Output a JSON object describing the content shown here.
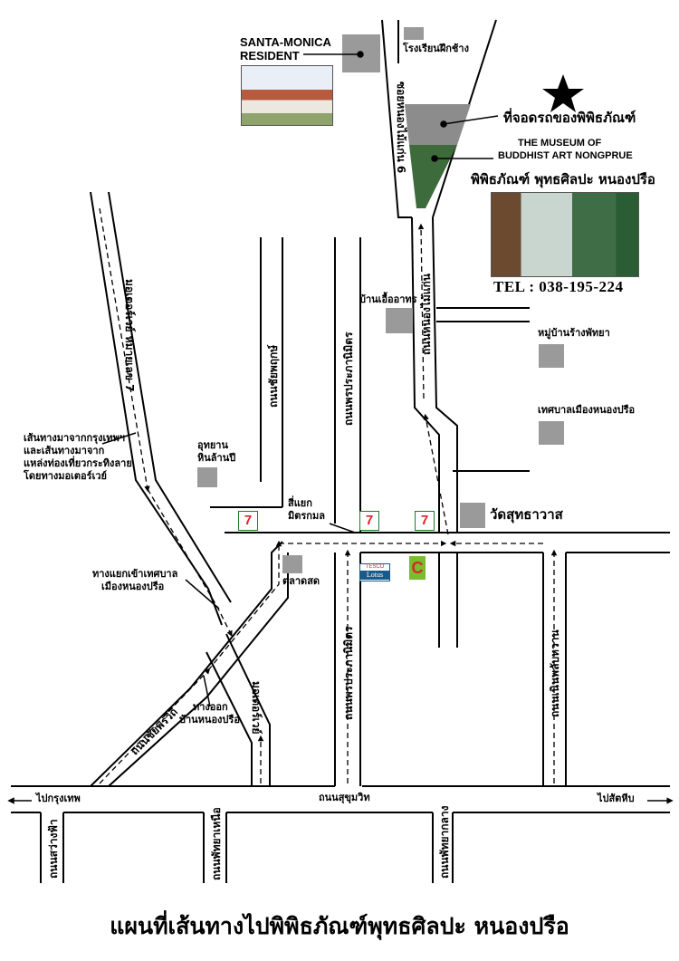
{
  "map_title": "แผนที่เส้นทางไปพิพิธภัณฑ์พุทธศิลปะ  หนองปรือ",
  "museum": {
    "parking_label": "ที่จอดรถของพิพิธภัณฑ์",
    "name_en_line1": "THE MUSEUM OF",
    "name_en_line2": "BUDDHIST ART NONGPRUE",
    "name_th": "พิพิธภัณฑ์ พุทธศิลปะ หนองปรือ",
    "tel": "TEL  :  038-195-224",
    "star_icon": "star-icon"
  },
  "santa_monica": {
    "line1": "SANTA-MONICA",
    "line2": "RESIDENT"
  },
  "places": {
    "elephant_school": "โรงเรียนฝึกช้าง",
    "baan_uea_arthon": "บ้านเอื้ออาทร",
    "moo_baan": "หมู่บ้านร้างพัทยา",
    "tessaban": "เทศบาลเมืองหนองปรือ",
    "wat": "วัดสุทธาวาส",
    "udyan_line1": "อุทยาน",
    "udyan_line2": "หินล้านปี",
    "sii_yaek_line1": "สี่แยก",
    "sii_yaek_line2": "มิตรกมล",
    "talad_sod": "ตลาดสด",
    "turn_in_line1": "ทางแยกเข้าเทศบาล",
    "turn_in_line2": "เมืองหนองปรือ",
    "exit_line1": "ทางออก",
    "exit_line2": "บ้านหนองปรือ",
    "motorway_note_line1": "เส้นทางมาจากกรุงเทพฯ",
    "motorway_note_line2": "และเส้นทางมาจาก",
    "motorway_note_line3": "แหล่งท่องเที่ยวกระทิงลาย",
    "motorway_note_line4": "โดยทางมอเตอร์เวย์"
  },
  "roads": {
    "sukhumvit": "ถนนสุขุมวิท",
    "to_bangkok": "ไปกรุงเทพ",
    "to_sattahip": "ไปสัตหีบ",
    "chaiyapruek_top": "ถนนชัยพฤกษ์",
    "chaiyapruek_diag": "ถนนชัยพรวิถี",
    "phon_prapanimit_top": "ถนนพรประภานิมิตร",
    "phon_prapanimit_bottom": "ถนนพรประภานิมิตร",
    "nongprue_mai": "ถนนหนองไม้แก่น",
    "soi_nongprue": "ซอยหนองไม้แก่น 6",
    "motorway_7": "มอเตอร์เวย์ หมายเลข 7",
    "motorway_exit": "มอเตอร์เวย์",
    "noen_phlap_wan": "ถนนเนินพลับหวาน",
    "sawang_fa": "ถนนสว่างฟ้า",
    "pattaya_nua": "ถนนพัทยาเหนือ",
    "pattaya_klang": "ถนนพัทยากลาง"
  },
  "stores": {
    "seven_label": "7",
    "tesco_line1": "TESCO",
    "tesco_line2": "Lotus",
    "bigc_label": "C"
  },
  "colors": {
    "road_fill": "#ffffff",
    "road_edge": "#000000",
    "block_gray": "#9a9a9a",
    "parking_gray": "#8c8c8c",
    "museum_green": "#3d6b3c",
    "seven_green": "#1a7d2e",
    "seven_red": "#d8262a",
    "bigc_green": "#7bbb2f"
  }
}
